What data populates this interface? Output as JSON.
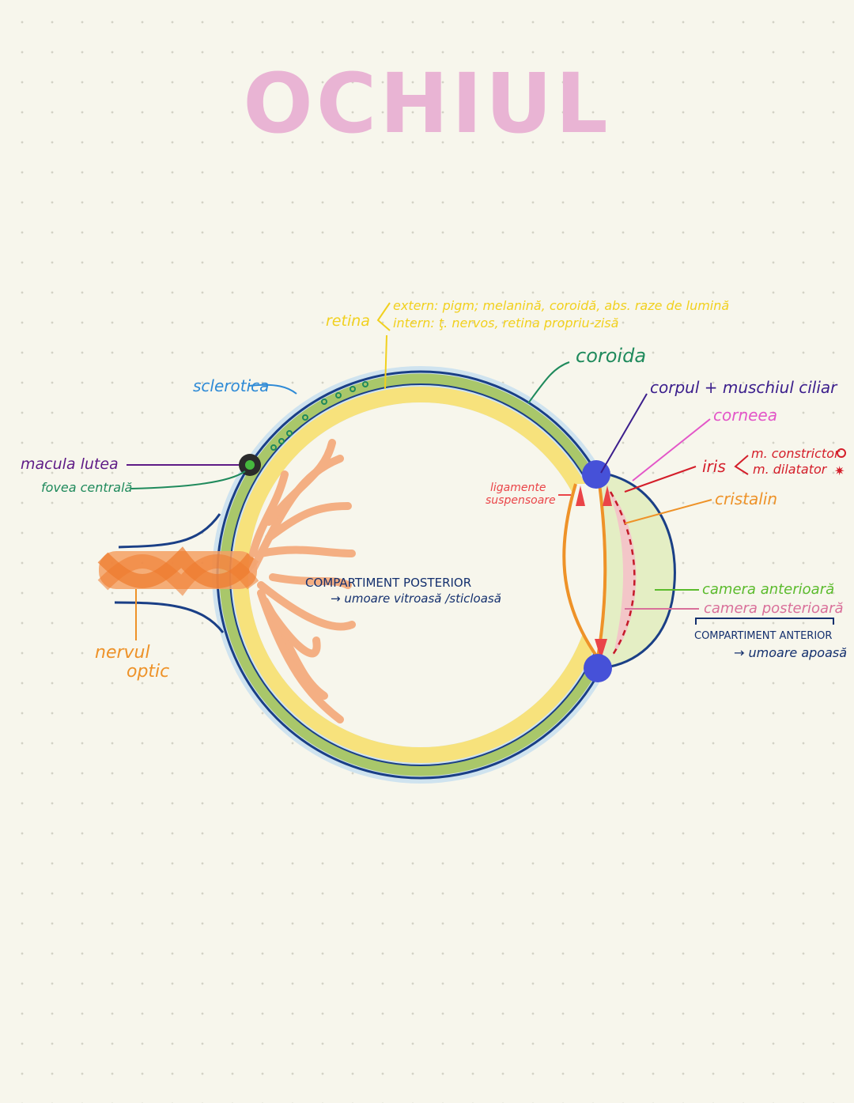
{
  "title": "OCHIUL",
  "colors": {
    "title": "#e9b4d4",
    "retina": "#f1d01e",
    "sclerotica": "#2e8ad6",
    "coroida": "#1f8a5c",
    "ciliar": "#3b1e8c",
    "cornee": "#e356c8",
    "iris": "#d41e2a",
    "cristalin": "#ee9228",
    "ligamente": "#ea4448",
    "macula": "#5e1a86",
    "fovea": "#1f8a5c",
    "nerv": "#ee9228",
    "compartiment": "#14306e",
    "camera_ant": "#5bbb2c",
    "camera_post": "#d9709a"
  },
  "labels": {
    "retina": "retina",
    "retina_extern": "extern: pigm; melanină, coroidă, abs. raze de lumină",
    "retina_intern": "intern: ţ. nervos, retina propriu-zisă",
    "coroida": "coroida",
    "corpul_ciliar": "corpul + muschiul ciliar",
    "sclerotica": "sclerotica",
    "corneea": "corneea",
    "iris": "iris",
    "m_constrictor": "m. constrictor",
    "m_dilatator": "m. dilatator",
    "cristalin": "cristalin",
    "ligamente_1": "ligamente",
    "ligamente_2": "suspensoare",
    "macula_lutea": "macula lutea",
    "fovea_centrala": "fovea centrală",
    "nervul_1": "nervul",
    "nervul_2": "optic",
    "comp_posterior_title": "COMPARTIMENT POSTERIOR",
    "comp_posterior_desc": "→ umoare vitroasă /sticloasă",
    "camera_anterioara": "camera anterioară",
    "camera_posterioara": "camera posterioară",
    "comp_anterior_title": "COMPARTIMENT ANTERIOR",
    "comp_anterior_desc": "→ umoare apoasă"
  }
}
